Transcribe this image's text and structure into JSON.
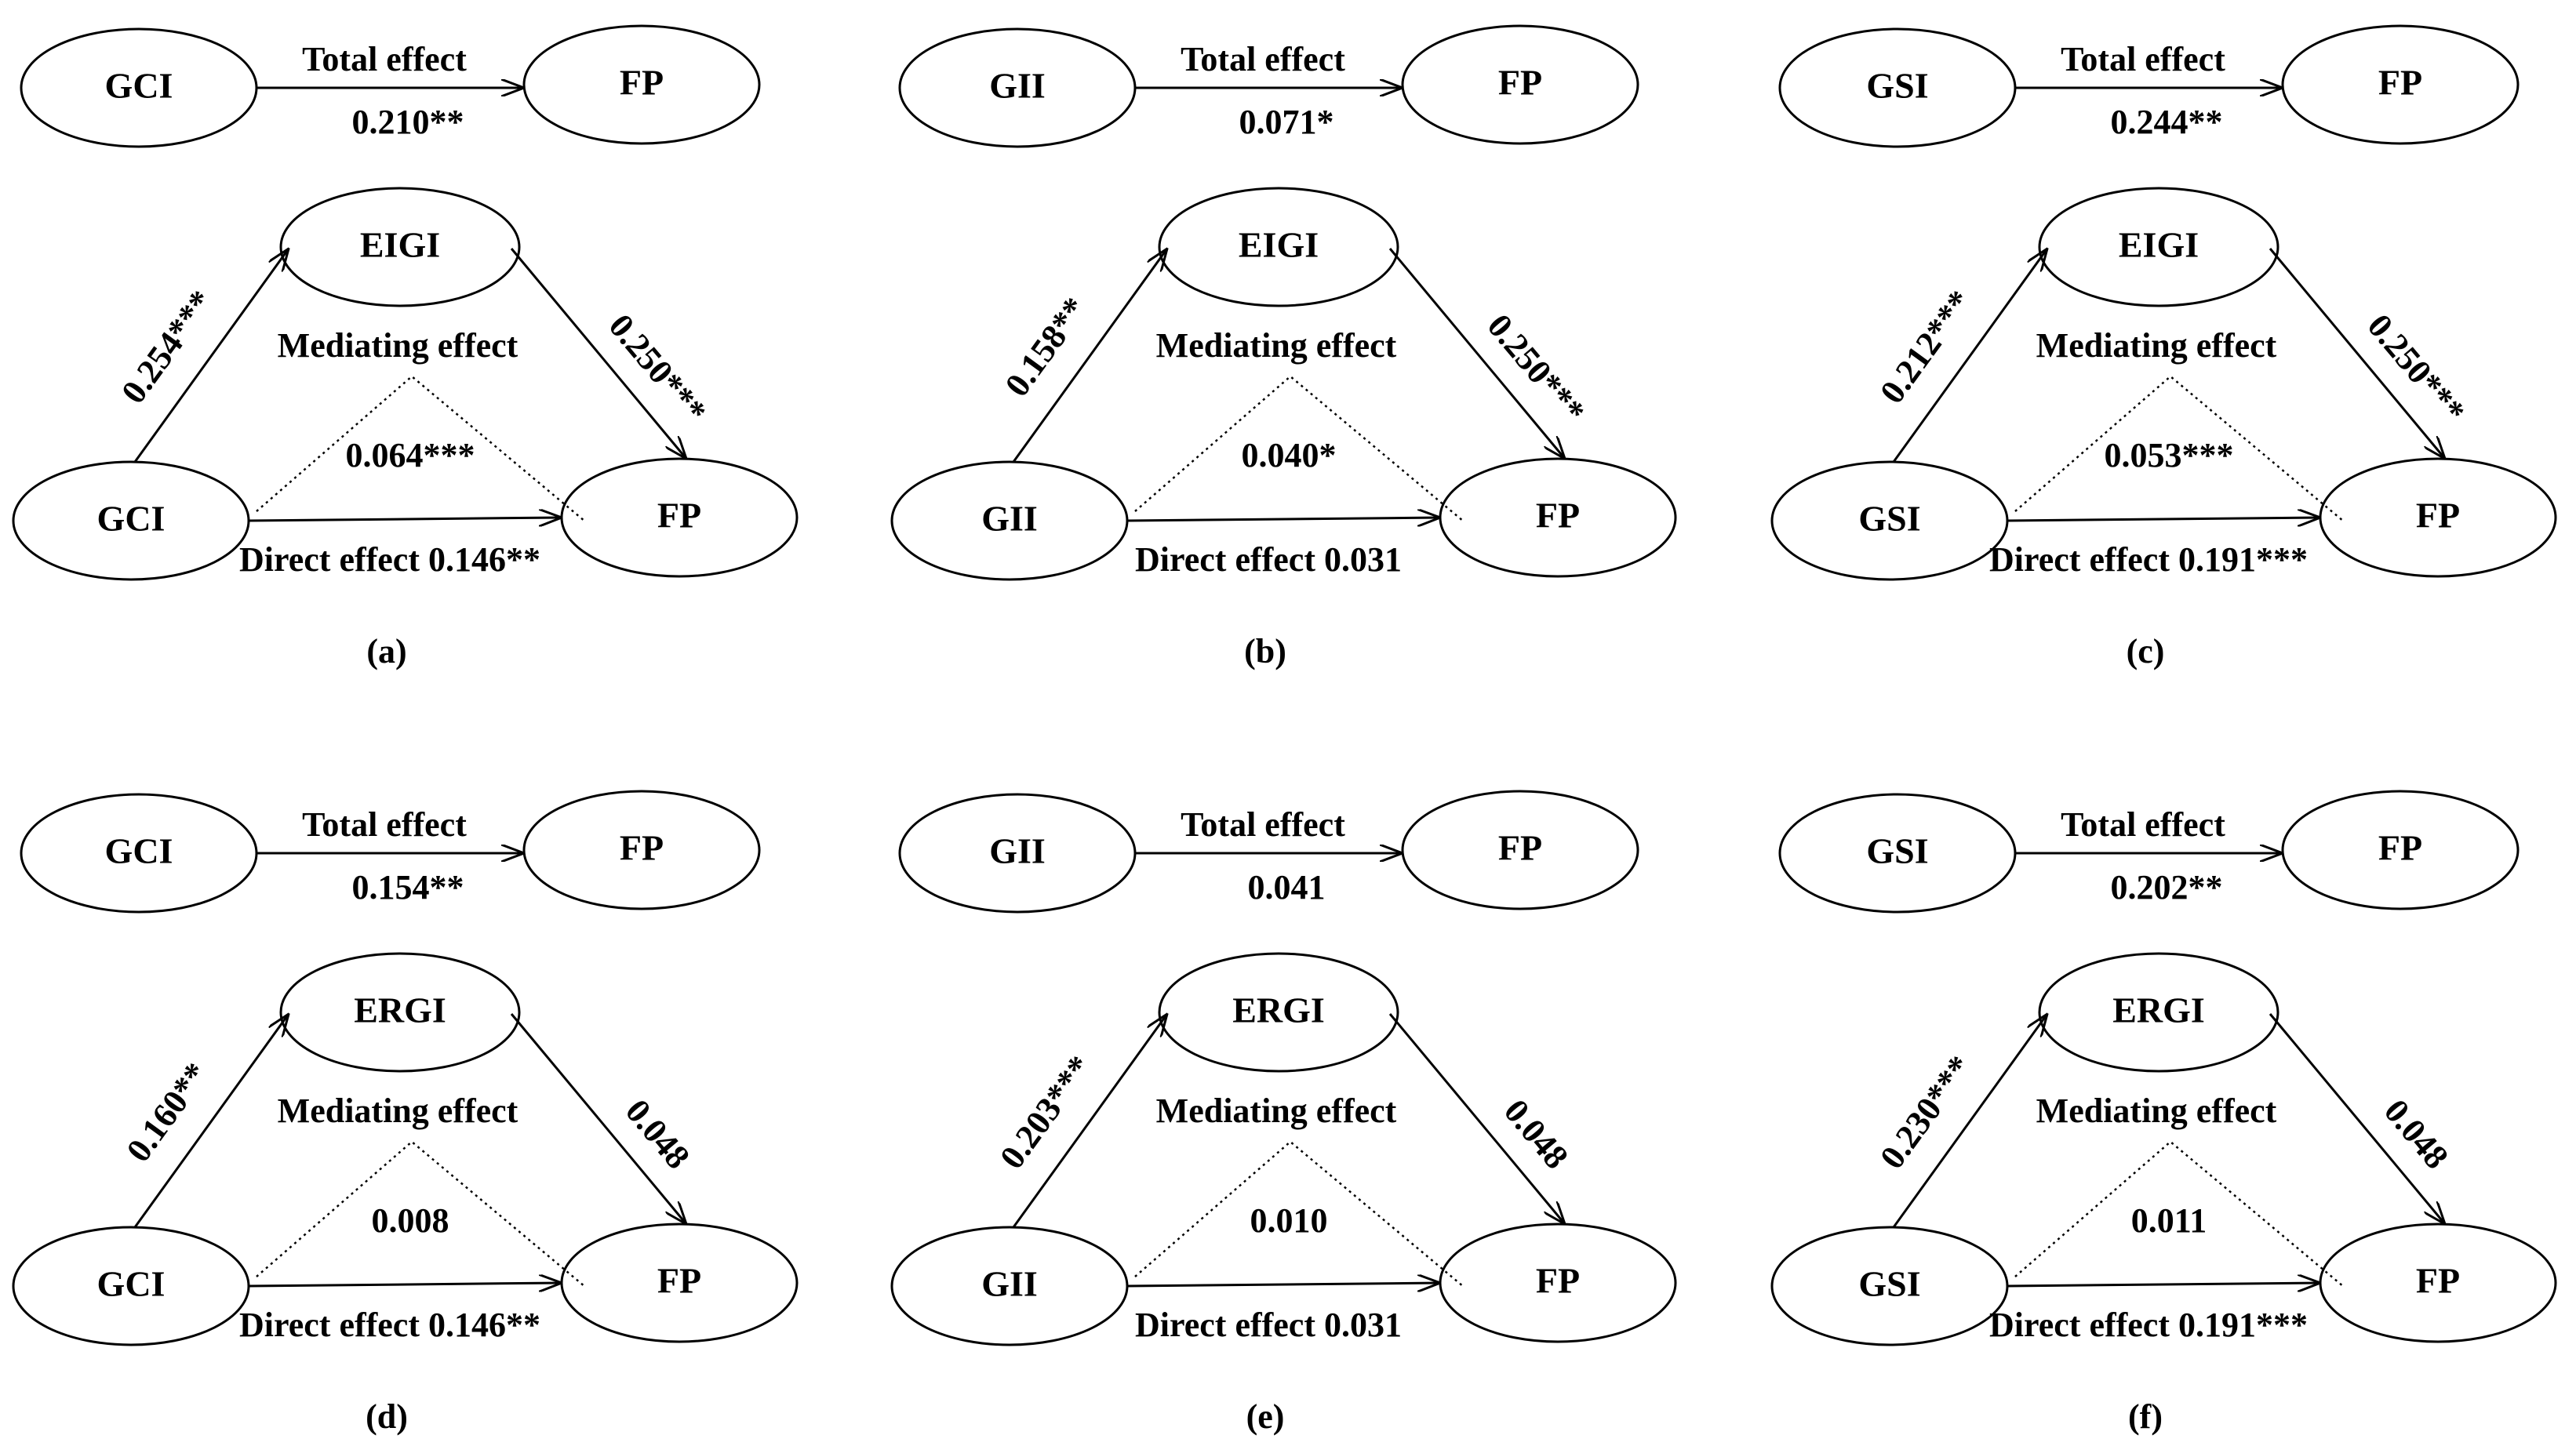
{
  "panels": [
    {
      "label": "(a)",
      "total": {
        "from": "GCI",
        "to": "FP",
        "title": "Total effect",
        "value": "0.210**"
      },
      "mediation": {
        "x": "GCI",
        "m": "EIGI",
        "y": "FP",
        "a_path": "0.254***",
        "b_path": "0.250***",
        "mediating_title": "Mediating effect",
        "mediating_value": "0.064***",
        "direct": "Direct effect 0.146**"
      }
    },
    {
      "label": "(b)",
      "total": {
        "from": "GII",
        "to": "FP",
        "title": "Total effect",
        "value": "0.071*"
      },
      "mediation": {
        "x": "GII",
        "m": "EIGI",
        "y": "FP",
        "a_path": "0.158**",
        "b_path": "0.250***",
        "mediating_title": "Mediating effect",
        "mediating_value": "0.040*",
        "direct": "Direct effect 0.031"
      }
    },
    {
      "label": "(c)",
      "total": {
        "from": "GSI",
        "to": "FP",
        "title": "Total effect",
        "value": "0.244**"
      },
      "mediation": {
        "x": "GSI",
        "m": "EIGI",
        "y": "FP",
        "a_path": "0.212***",
        "b_path": "0.250***",
        "mediating_title": "Mediating effect",
        "mediating_value": "0.053***",
        "direct": "Direct effect 0.191***"
      }
    },
    {
      "label": "(d)",
      "total": {
        "from": "GCI",
        "to": "FP",
        "title": "Total effect",
        "value": "0.154**"
      },
      "mediation": {
        "x": "GCI",
        "m": "ERGI",
        "y": "FP",
        "a_path": "0.160**",
        "b_path": "0.048",
        "mediating_title": "Mediating effect",
        "mediating_value": "0.008",
        "direct": "Direct effect 0.146**"
      }
    },
    {
      "label": "(e)",
      "total": {
        "from": "GII",
        "to": "FP",
        "title": "Total effect",
        "value": "0.041"
      },
      "mediation": {
        "x": "GII",
        "m": "ERGI",
        "y": "FP",
        "a_path": "0.203***",
        "b_path": "0.048",
        "mediating_title": "Mediating effect",
        "mediating_value": "0.010",
        "direct": "Direct effect 0.031"
      }
    },
    {
      "label": "(f)",
      "total": {
        "from": "GSI",
        "to": "FP",
        "title": "Total effect",
        "value": "0.202**"
      },
      "mediation": {
        "x": "GSI",
        "m": "ERGI",
        "y": "FP",
        "a_path": "0.230***",
        "b_path": "0.048",
        "mediating_title": "Mediating effect",
        "mediating_value": "0.011",
        "direct": "Direct effect 0.191***"
      }
    }
  ]
}
